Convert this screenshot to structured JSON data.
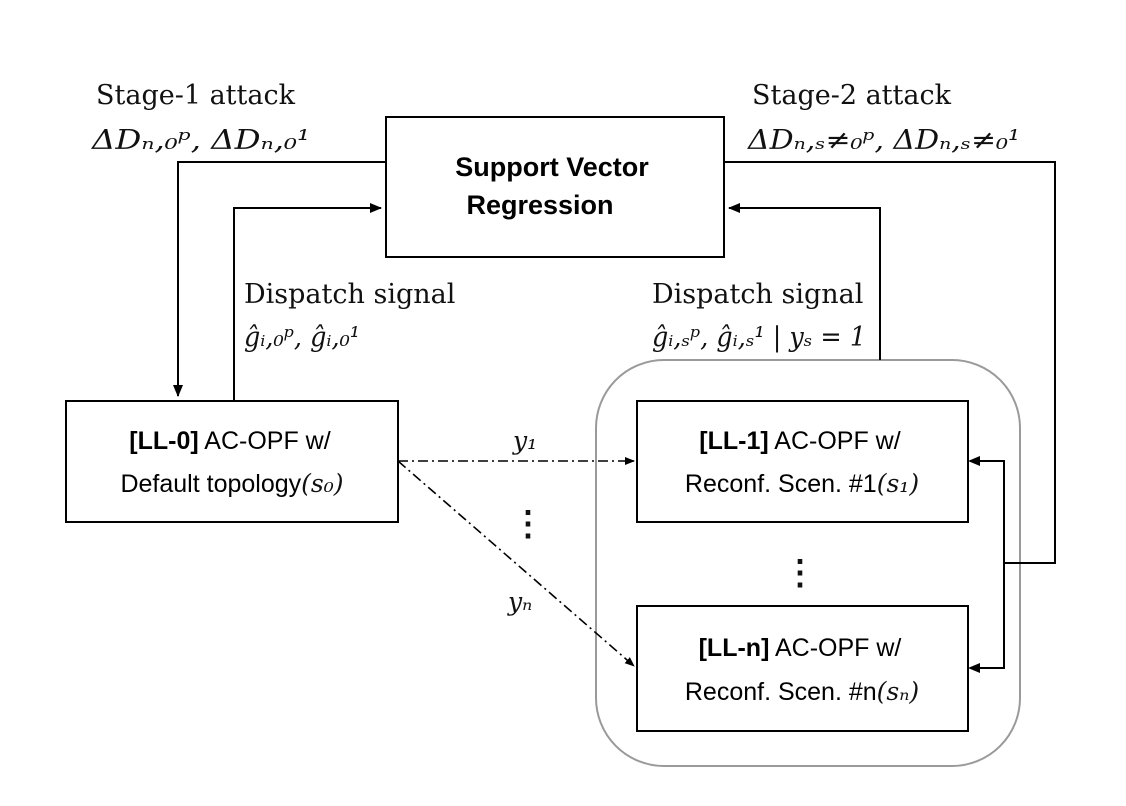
{
  "svr_box": {
    "line1": "Support Vector",
    "line2": "Regression"
  },
  "stage1": {
    "label": "Stage-1 attack",
    "math": "ΔDₙ,₀ᵖ, ΔDₙ,₀¹"
  },
  "stage2": {
    "label": "Stage-2 attack",
    "math": "ΔDₙ,ₛ≠₀ᵖ, ΔDₙ,ₛ≠₀¹"
  },
  "dispatch_left": {
    "label": "Dispatch signal",
    "math": "ĝᵢ,₀ᵖ, ĝᵢ,₀¹"
  },
  "dispatch_right": {
    "label": "Dispatch signal",
    "math": "ĝᵢ,ₛᵖ, ĝᵢ,ₛ¹ | yₛ = 1"
  },
  "ll0": {
    "tag": "[LL-0]",
    "line1_rest": " AC-OPF w/",
    "line2": "Default topology",
    "scen": "(s₀)"
  },
  "ll1": {
    "tag": "[LL-1]",
    "line1_rest": " AC-OPF w/",
    "line2": "Reconf. Scen. #1",
    "scen": "(s₁)"
  },
  "lln": {
    "tag": "[LL-n]",
    "line1_rest": " AC-OPF w/",
    "line2": "Reconf. Scen. #n",
    "scen": "(sₙ)"
  },
  "edge_y1": "y₁",
  "edge_yn": "yₙ",
  "ellipsis": "⋮"
}
